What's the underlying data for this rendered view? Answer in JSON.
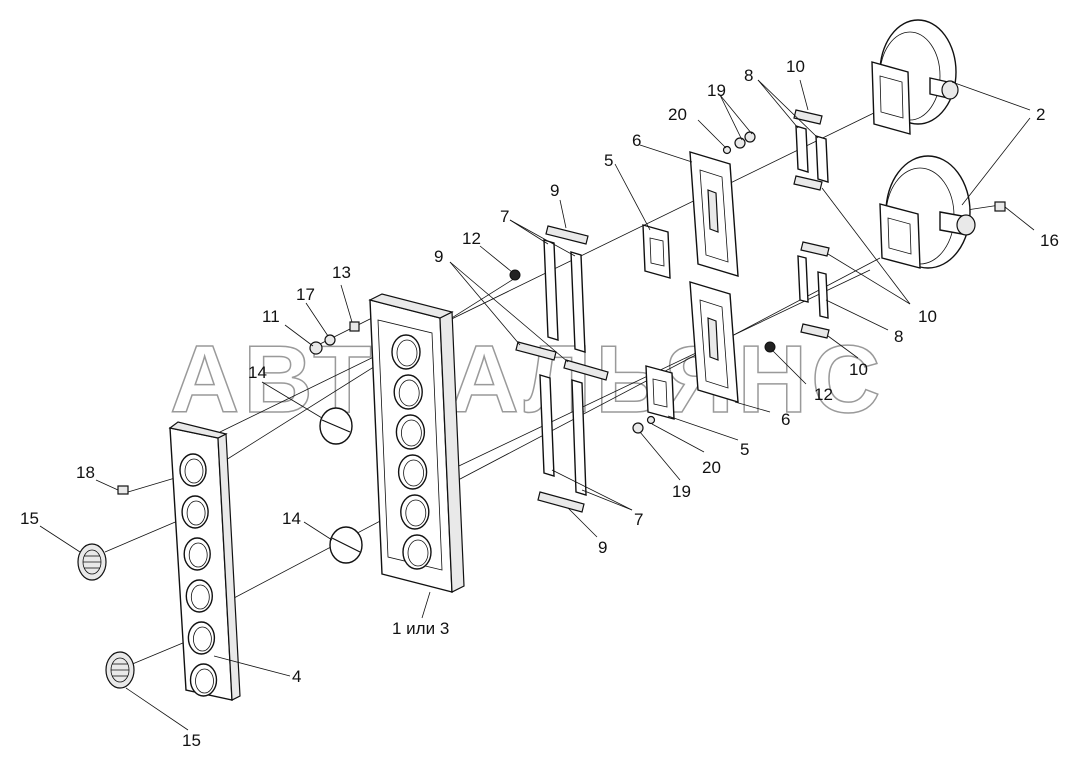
{
  "watermark": "АВТОАЛЬЯНС",
  "callouts": [
    {
      "id": "c1",
      "text": "1 или 3"
    },
    {
      "id": "c2",
      "text": "2"
    },
    {
      "id": "c4",
      "text": "4"
    },
    {
      "id": "c5a",
      "text": "5"
    },
    {
      "id": "c5b",
      "text": "5"
    },
    {
      "id": "c6a",
      "text": "6"
    },
    {
      "id": "c6b",
      "text": "6"
    },
    {
      "id": "c7a",
      "text": "7"
    },
    {
      "id": "c7b",
      "text": "7"
    },
    {
      "id": "c8a",
      "text": "8"
    },
    {
      "id": "c8b",
      "text": "8"
    },
    {
      "id": "c9a",
      "text": "9"
    },
    {
      "id": "c9b",
      "text": "9"
    },
    {
      "id": "c9c",
      "text": "9"
    },
    {
      "id": "c10a",
      "text": "10"
    },
    {
      "id": "c10b",
      "text": "10"
    },
    {
      "id": "c10c",
      "text": "10"
    },
    {
      "id": "c11",
      "text": "11"
    },
    {
      "id": "c12a",
      "text": "12"
    },
    {
      "id": "c12b",
      "text": "12"
    },
    {
      "id": "c13",
      "text": "13"
    },
    {
      "id": "c14a",
      "text": "14"
    },
    {
      "id": "c14b",
      "text": "14"
    },
    {
      "id": "c15a",
      "text": "15"
    },
    {
      "id": "c15b",
      "text": "15"
    },
    {
      "id": "c16",
      "text": "16"
    },
    {
      "id": "c17",
      "text": "17"
    },
    {
      "id": "c18",
      "text": "18"
    },
    {
      "id": "c19a",
      "text": "19"
    },
    {
      "id": "c19b",
      "text": "19"
    },
    {
      "id": "c20a",
      "text": "20"
    },
    {
      "id": "c20b",
      "text": "20"
    }
  ]
}
